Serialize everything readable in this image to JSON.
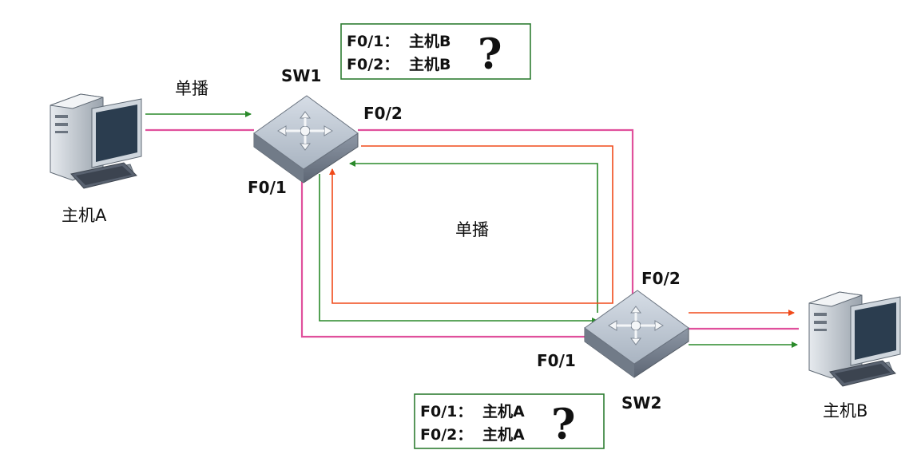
{
  "colors": {
    "link": "#e0509c",
    "unicast_green": "#2a8a2a",
    "unicast_red": "#f04a1a",
    "box_border": "#2e7d32"
  },
  "icons": {
    "host": "desktop-computer-icon",
    "switch": "layer2-switch-icon"
  },
  "hosts": {
    "a": {
      "label": "主机A"
    },
    "b": {
      "label": "主机B"
    }
  },
  "switches": {
    "sw1": {
      "label": "SW1",
      "port_f01": "F0/1",
      "port_f02": "F0/2"
    },
    "sw2": {
      "label": "SW2",
      "port_f01": "F0/1",
      "port_f02": "F0/2"
    }
  },
  "traffic": {
    "unicast_top": "单播",
    "unicast_center": "单播"
  },
  "mac_tables": {
    "sw1": {
      "rows": [
        {
          "port": "F0/1：",
          "host": "主机B"
        },
        {
          "port": "F0/2：",
          "host": "主机B"
        }
      ],
      "mark": "?"
    },
    "sw2": {
      "rows": [
        {
          "port": "F0/1：",
          "host": "主机A"
        },
        {
          "port": "F0/2：",
          "host": "主机A"
        }
      ],
      "mark": "?"
    }
  }
}
